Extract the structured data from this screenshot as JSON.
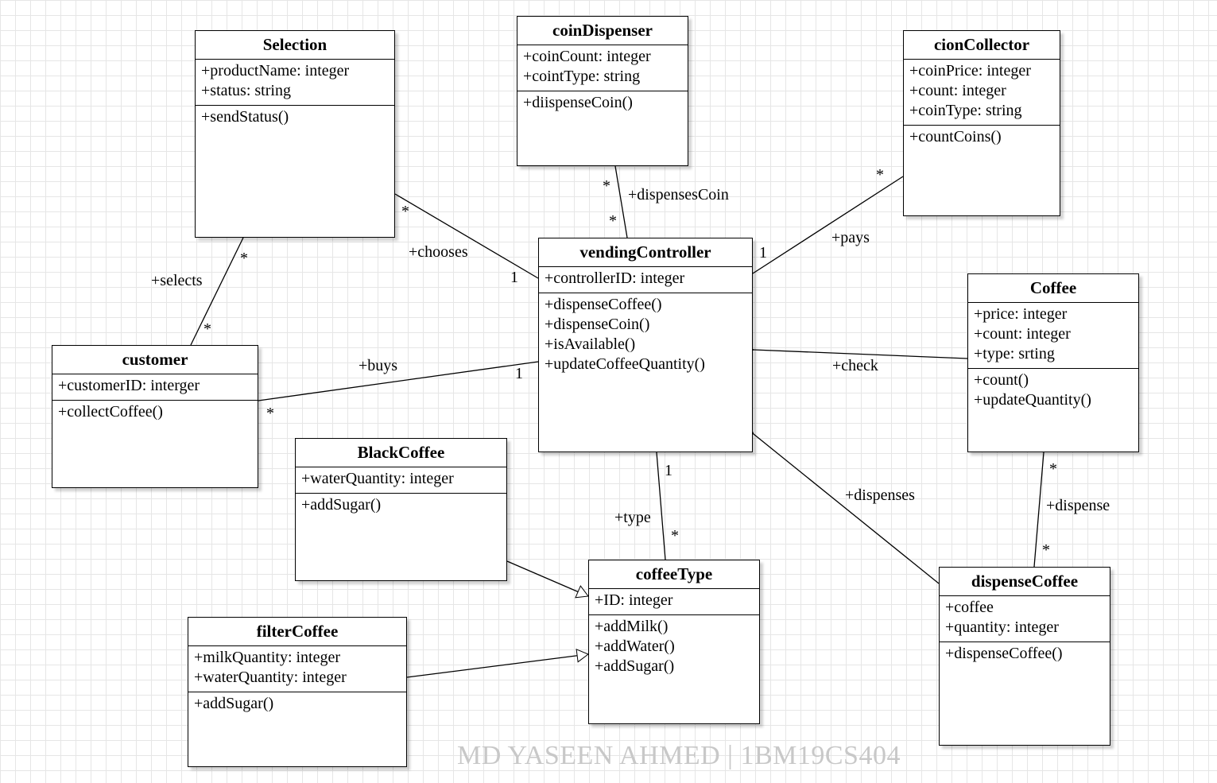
{
  "classes": {
    "selection": {
      "name": "Selection",
      "attributes": [
        "+productName: integer",
        "+status: string"
      ],
      "operations": [
        "+sendStatus()"
      ]
    },
    "coin_dispenser": {
      "name": "coinDispenser",
      "attributes": [
        "+coinCount: integer",
        "+cointType: string"
      ],
      "operations": [
        "+diispenseCoin()"
      ]
    },
    "cion_collector": {
      "name": "cionCollector",
      "attributes": [
        "+coinPrice: integer",
        "+count: integer",
        "+coinType: string"
      ],
      "operations": [
        "+countCoins()"
      ]
    },
    "vending_controller": {
      "name": "vendingController",
      "attributes": [
        "+controllerID: integer"
      ],
      "operations": [
        "+dispenseCoffee()",
        "+dispenseCoin()",
        "+isAvailable()",
        "+updateCoffeeQuantity()"
      ]
    },
    "coffee": {
      "name": "Coffee",
      "attributes": [
        "+price: integer",
        "+count: integer",
        "+type: srting"
      ],
      "operations": [
        "+count()",
        "+updateQuantity()"
      ]
    },
    "customer": {
      "name": "customer",
      "attributes": [
        "+customerID: interger"
      ],
      "operations": [
        "+collectCoffee()"
      ]
    },
    "black_coffee": {
      "name": "BlackCoffee",
      "attributes": [
        "+waterQuantity: integer"
      ],
      "operations": [
        "+addSugar()"
      ]
    },
    "coffee_type": {
      "name": "coffeeType",
      "attributes": [
        "+ID: integer"
      ],
      "operations": [
        "+addMilk()",
        "+addWater()",
        "+addSugar()"
      ]
    },
    "dispense_coffee": {
      "name": "dispenseCoffee",
      "attributes": [
        "+coffee",
        "+quantity: integer"
      ],
      "operations": [
        "+dispenseCoffee()"
      ]
    },
    "filter_coffee": {
      "name": "filterCoffee",
      "attributes": [
        "+milkQuantity: integer",
        "+waterQuantity: integer"
      ],
      "operations": [
        "+addSugar()"
      ]
    }
  },
  "associations": {
    "selects": {
      "label": "+selects",
      "mult_a": "*",
      "mult_b": "*"
    },
    "chooses": {
      "label": "+chooses",
      "mult_a": "*",
      "mult_b": "1"
    },
    "dispenses_coin": {
      "label": "+dispensesCoin",
      "mult_a": "*",
      "mult_b": "*"
    },
    "pays": {
      "label": "+pays",
      "mult_a": "1",
      "mult_b": "*"
    },
    "buys": {
      "label": "+buys",
      "mult_a": "*",
      "mult_b": "1"
    },
    "check": {
      "label": "+check"
    },
    "type": {
      "label": "+type",
      "mult_a": "1",
      "mult_b": "*"
    },
    "dispenses": {
      "label": "+dispenses"
    },
    "dispense": {
      "label": "+dispense",
      "mult_a": "*",
      "mult_b": "*"
    }
  },
  "watermark": "MD YASEEN AHMED | 1BM19CS404"
}
